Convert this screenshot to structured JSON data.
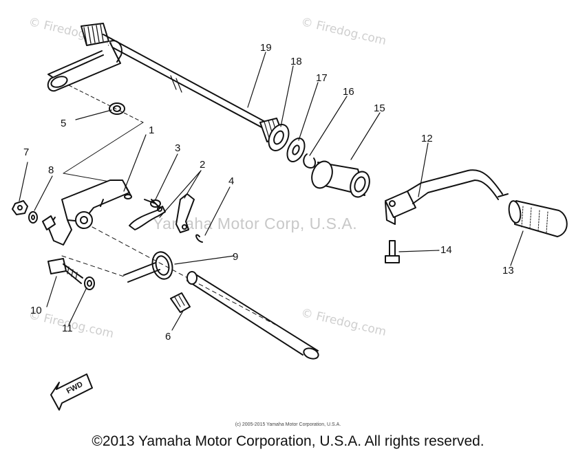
{
  "watermarks": {
    "firedog": "© Firedog.com",
    "center": "Yamaha Motor Corp, U.S.A."
  },
  "callouts": [
    "1",
    "2",
    "3",
    "4",
    "5",
    "6",
    "7",
    "8",
    "9",
    "10",
    "11",
    "12",
    "13",
    "14",
    "15",
    "16",
    "17",
    "18",
    "19"
  ],
  "fwd_label": "FWD",
  "small_credit": "(c) 2005-2015 Yamaha Motor Corporation, U.S.A.",
  "copyright": "©2013 Yamaha Motor Corporation, U.S.A. All rights reserved.",
  "colors": {
    "line": "#111111",
    "watermark": "#cfcfcf"
  }
}
